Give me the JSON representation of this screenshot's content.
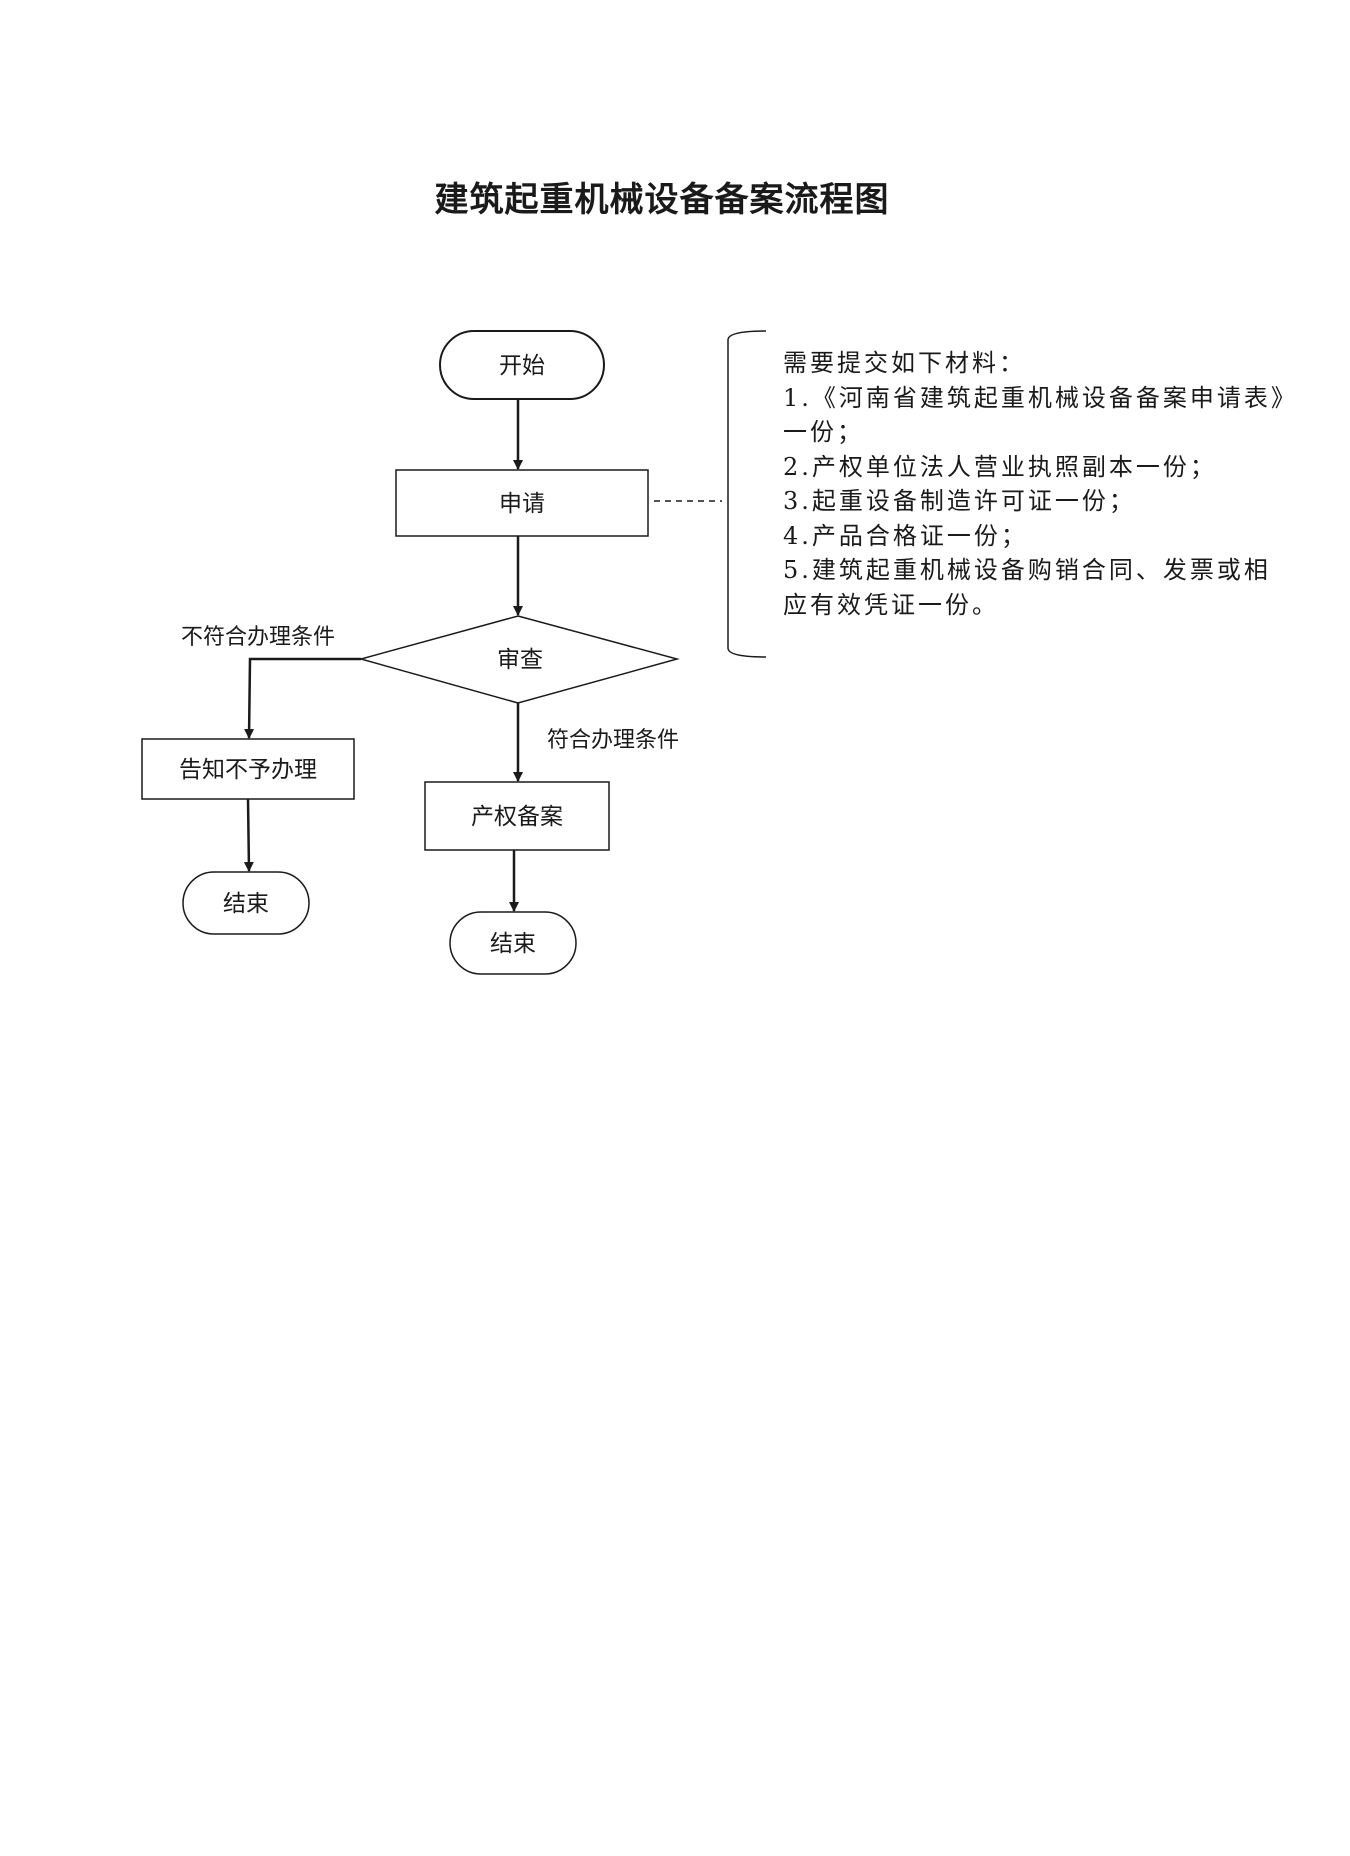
{
  "title": "建筑起重机械设备备案流程图",
  "nodes": {
    "start": "开始",
    "apply": "申请",
    "review": "审查",
    "reject": "告知不予办理",
    "register": "产权备案",
    "end_left": "结束",
    "end_right": "结束"
  },
  "edges": {
    "not_qualified": "不符合办理条件",
    "qualified": "符合办理条件"
  },
  "materials": {
    "heading": "需要提交如下材料：",
    "items": [
      "1.《河南省建筑起重机械设备备案申请表》一份；",
      "2.产权单位法人营业执照副本一份；",
      "3.起重设备制造许可证一份；",
      "4.产品合格证一份；",
      "5.建筑起重机械设备购销合同、发票或相应有效凭证一份。"
    ]
  }
}
